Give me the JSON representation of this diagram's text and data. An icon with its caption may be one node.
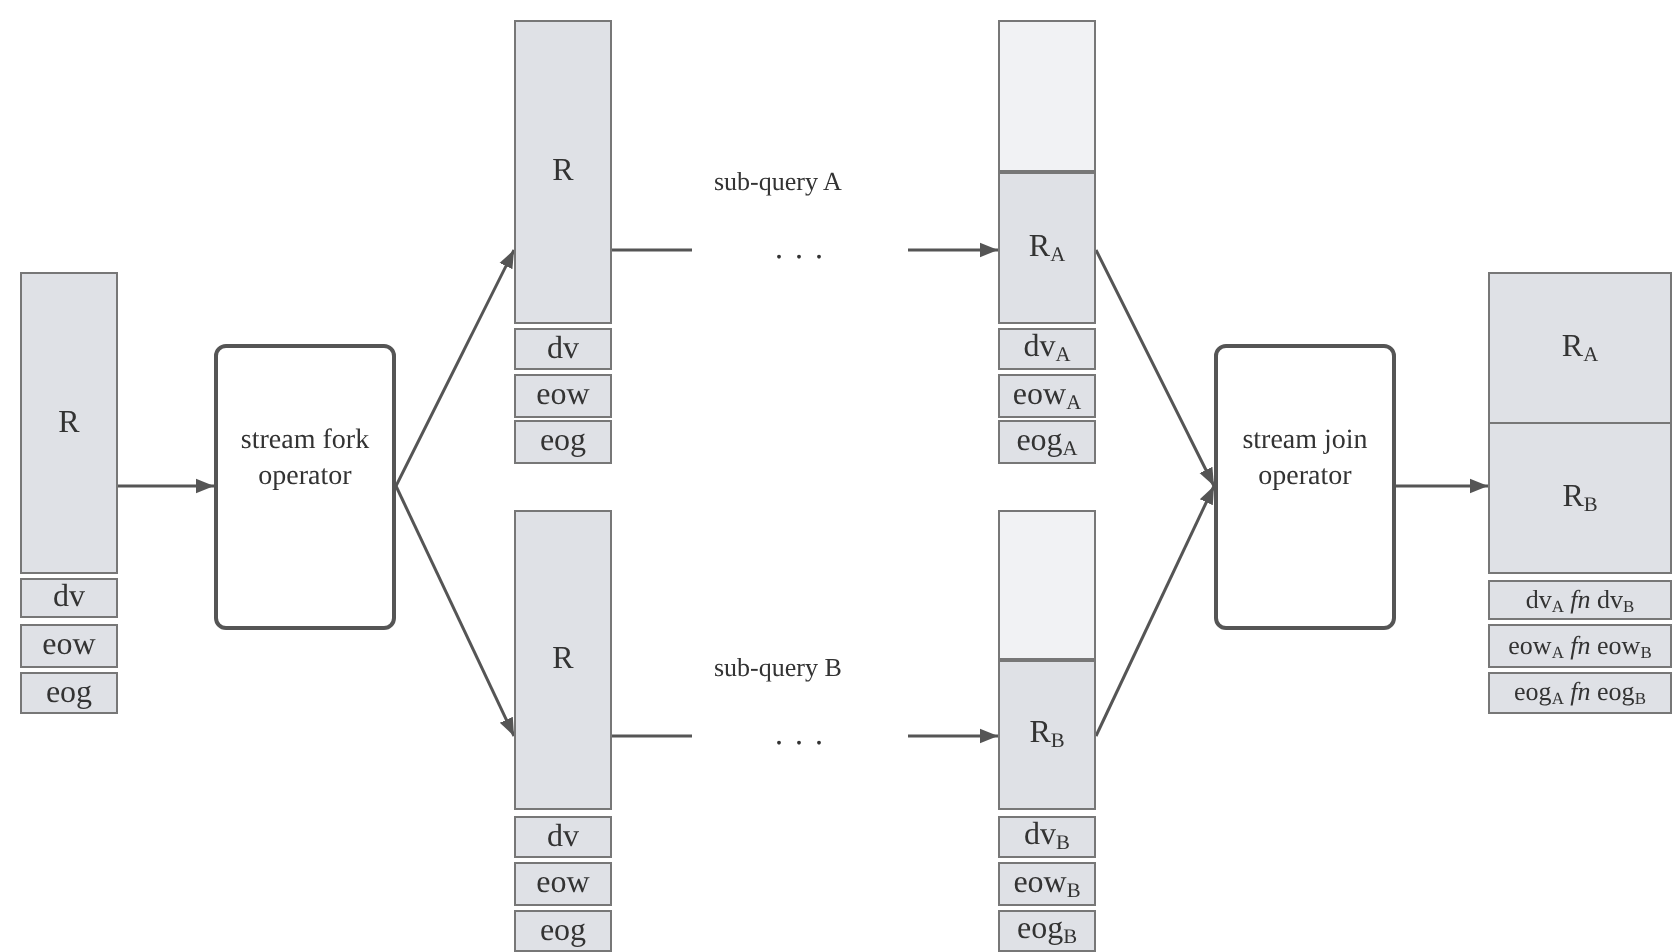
{
  "diagram": {
    "nodes": [
      {
        "text": [
          "R"
        ]
      },
      {
        "text": [
          "dv"
        ]
      },
      {
        "text": [
          "eow"
        ]
      },
      {
        "text": [
          "eog"
        ]
      },
      {
        "text": [
          "stream fork operator"
        ]
      },
      {
        "text": [
          "R"
        ]
      },
      {
        "text": [
          "dv"
        ]
      },
      {
        "text": [
          "eow"
        ]
      },
      {
        "text": [
          "eog"
        ]
      },
      {
        "text": [
          "R"
        ]
      },
      {
        "text": [
          "dv"
        ]
      },
      {
        "text": [
          "eow"
        ]
      },
      {
        "text": [
          "eog"
        ]
      },
      {
        "text": [
          ". . ."
        ]
      },
      {
        "text": [
          ". . ."
        ]
      },
      {
        "text": [],
        "shape": "box"
      },
      {
        "text": [
          "R$_{A}$"
        ]
      },
      {
        "text": [
          "dv$_{A}$"
        ]
      },
      {
        "text": [
          "eow$_{A}$"
        ]
      },
      {
        "text": [
          "eog$_{A}$"
        ]
      },
      {
        "text": [],
        "shape": "box"
      },
      {
        "text": [
          "R$_{B}$"
        ]
      },
      {
        "text": [
          "dv$_{B}$"
        ]
      },
      {
        "text": [
          "eow$_{B}$"
        ]
      },
      {
        "text": [
          "eog$_{B}$"
        ]
      },
      {
        "text": [
          "stream join operator"
        ]
      },
      {
        "text": [
          "R$_{A}$"
        ]
      },
      {
        "text": [
          "R$_{B}$"
        ]
      },
      {
        "text": [
          "dv$_{A}$ *fn* dv$_{B}$"
        ]
      },
      {
        "text": [
          "eow$_{A}$ *fn* eow$_{B}$"
        ]
      },
      {
        "text": [
          "eog$_{A}$ *fn* eog$_{B}$"
        ]
      }
    ],
    "edges": [
      {
        "from": 0,
        "to": 4,
        "arrow": "to"
      },
      {
        "from": 4,
        "to": 5,
        "arrow": "to"
      },
      {
        "from": 4,
        "to": 9,
        "arrow": "to"
      },
      {
        "from": 5,
        "to": 13,
        "arrow": "none"
      },
      {
        "from": 13,
        "to": 16,
        "arrow": "to"
      },
      {
        "from": 9,
        "to": 14,
        "arrow": "none"
      },
      {
        "from": 14,
        "to": 21,
        "arrow": "to"
      },
      {
        "from": 16,
        "to": 25,
        "arrow": "to"
      },
      {
        "from": 21,
        "to": 25,
        "arrow": "to"
      },
      {
        "from": 25,
        "to": 27,
        "arrow": "to"
      }
    ],
    "labels": [
      "sub-query A",
      "sub-query B"
    ]
  }
}
